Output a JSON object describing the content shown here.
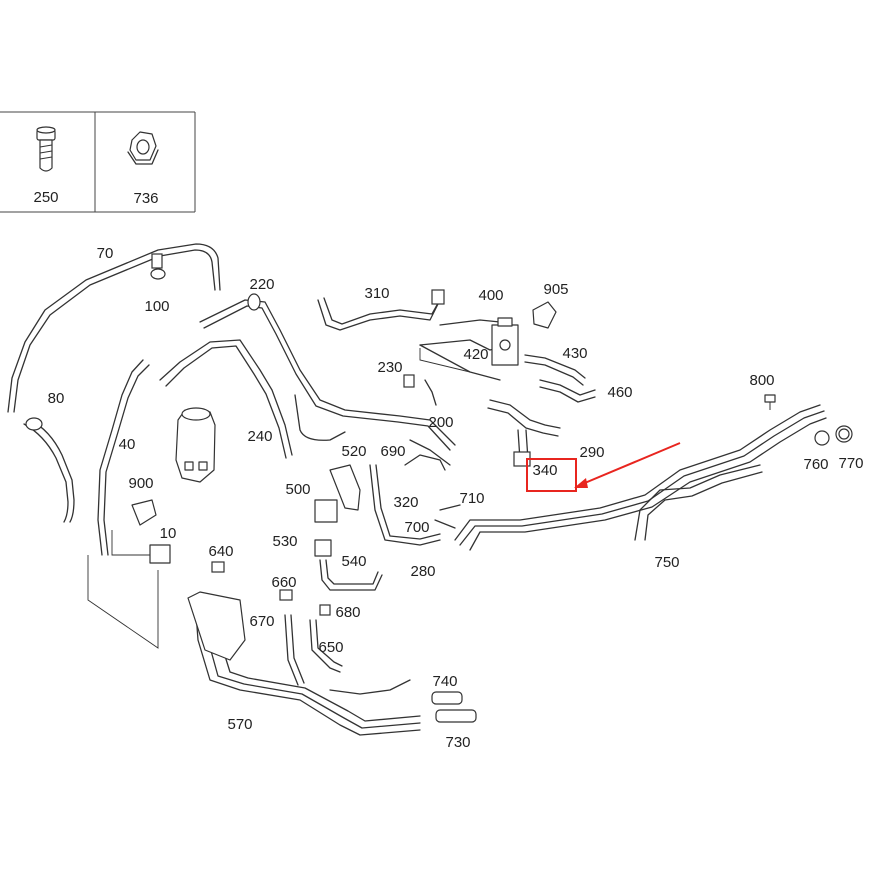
{
  "legend": {
    "items": [
      {
        "number": "250",
        "icon": "bolt-icon"
      },
      {
        "number": "736",
        "icon": "nut-icon"
      }
    ]
  },
  "callouts": [
    "70",
    "100",
    "220",
    "310",
    "400",
    "905",
    "420",
    "430",
    "460",
    "800",
    "230",
    "200",
    "240",
    "520",
    "690",
    "290",
    "760",
    "770",
    "340",
    "500",
    "320",
    "710",
    "40",
    "80",
    "900",
    "10",
    "530",
    "700",
    "750",
    "640",
    "540",
    "280",
    "660",
    "680",
    "670",
    "650",
    "740",
    "570",
    "730"
  ],
  "highlight": {
    "part_number": "340",
    "box_color": "#e8251f",
    "arrow_color": "#e8251f"
  },
  "colors": {
    "line": "#333333",
    "text": "#222222",
    "background": "#ffffff"
  }
}
